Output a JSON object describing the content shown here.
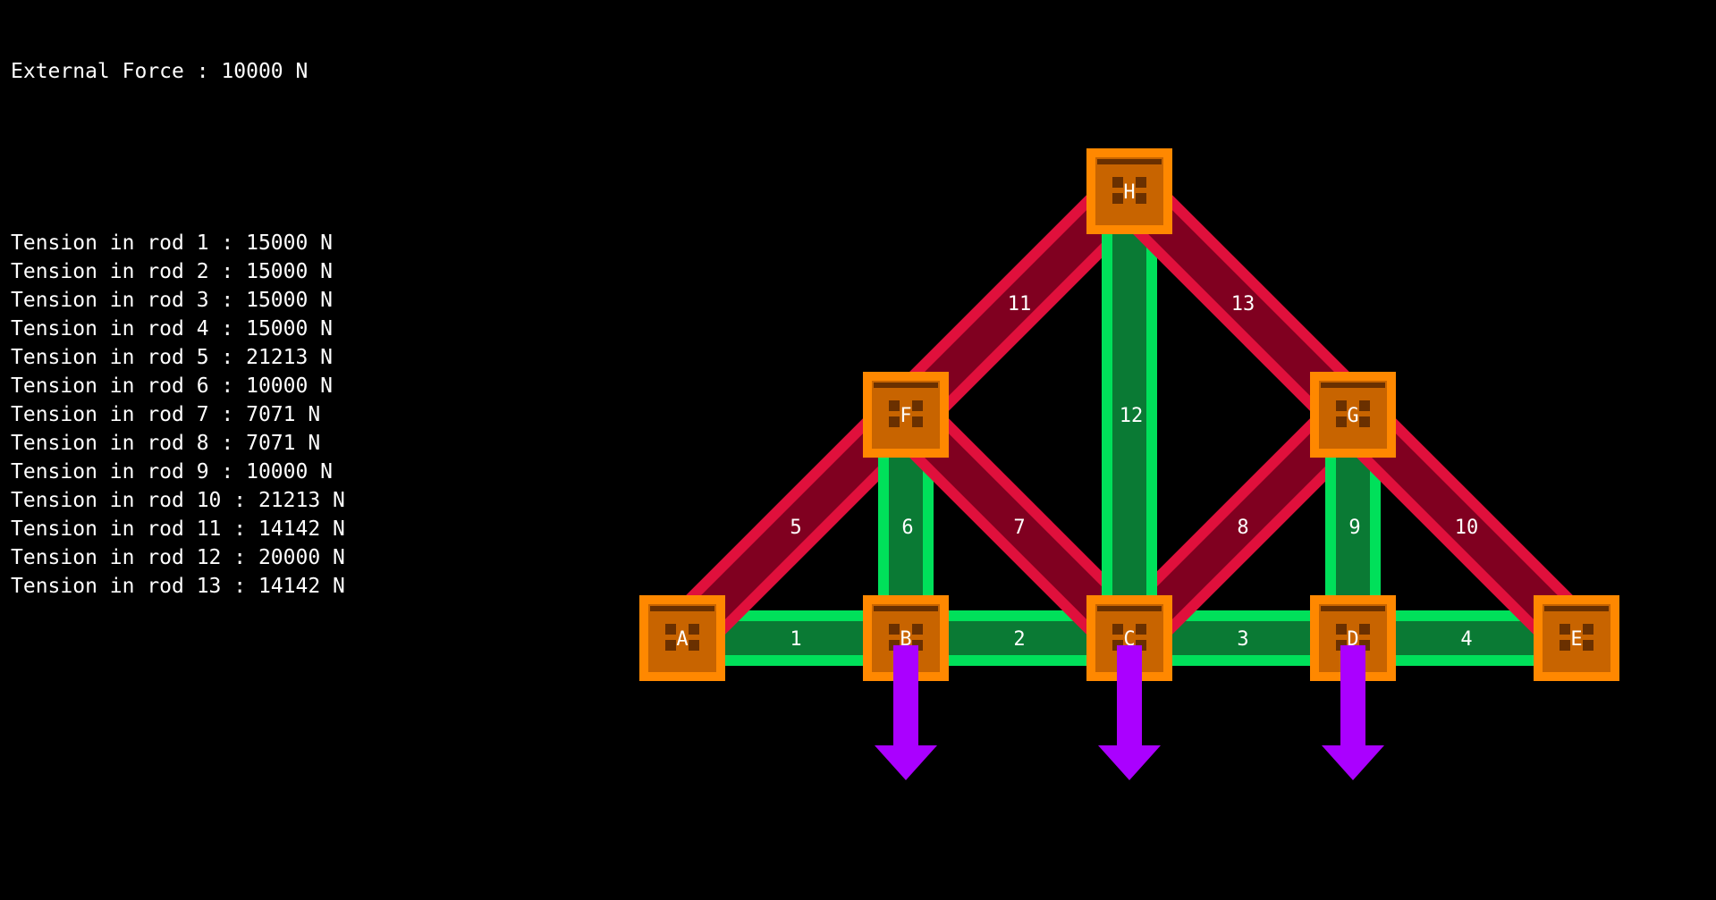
{
  "info": {
    "external_force": "External Force : 10000 N",
    "tensions": [
      "Tension in rod 1 : 15000 N",
      "Tension in rod 2 : 15000 N",
      "Tension in rod 3 : 15000 N",
      "Tension in rod 4 : 15000 N",
      "Tension in rod 5 : 21213 N",
      "Tension in rod 6 : 10000 N",
      "Tension in rod 7 : 7071 N",
      "Tension in rod 8 : 7071 N",
      "Tension in rod 9 : 10000 N",
      "Tension in rod 10 : 21213 N",
      "Tension in rod 11 : 14142 N",
      "Tension in rod 12 : 20000 N",
      "Tension in rod 13 : 14142 N"
    ]
  },
  "colors": {
    "tension_outer": "#00e05a",
    "tension_inner": "#0a7a34",
    "compression_outer": "#e0103c",
    "compression_inner": "#800020",
    "node_outer": "#ff8800",
    "node_inner": "#c86400",
    "node_dark": "#6a3000",
    "force_arrow": "#aa00ff"
  },
  "nodes": [
    "A",
    "B",
    "C",
    "D",
    "E",
    "F",
    "G",
    "H"
  ],
  "rods": [
    {
      "label": "1",
      "from": "A",
      "to": "B",
      "type": "tension"
    },
    {
      "label": "2",
      "from": "B",
      "to": "C",
      "type": "tension"
    },
    {
      "label": "3",
      "from": "C",
      "to": "D",
      "type": "tension"
    },
    {
      "label": "4",
      "from": "D",
      "to": "E",
      "type": "tension"
    },
    {
      "label": "5",
      "from": "A",
      "to": "F",
      "type": "compression"
    },
    {
      "label": "6",
      "from": "B",
      "to": "F",
      "type": "tension"
    },
    {
      "label": "7",
      "from": "F",
      "to": "C",
      "type": "compression"
    },
    {
      "label": "8",
      "from": "C",
      "to": "G",
      "type": "compression"
    },
    {
      "label": "9",
      "from": "D",
      "to": "G",
      "type": "tension"
    },
    {
      "label": "10",
      "from": "G",
      "to": "E",
      "type": "compression"
    },
    {
      "label": "11",
      "from": "F",
      "to": "H",
      "type": "compression"
    },
    {
      "label": "12",
      "from": "C",
      "to": "H",
      "type": "tension"
    },
    {
      "label": "13",
      "from": "H",
      "to": "G",
      "type": "compression"
    }
  ],
  "loads": [
    "B",
    "C",
    "D"
  ]
}
